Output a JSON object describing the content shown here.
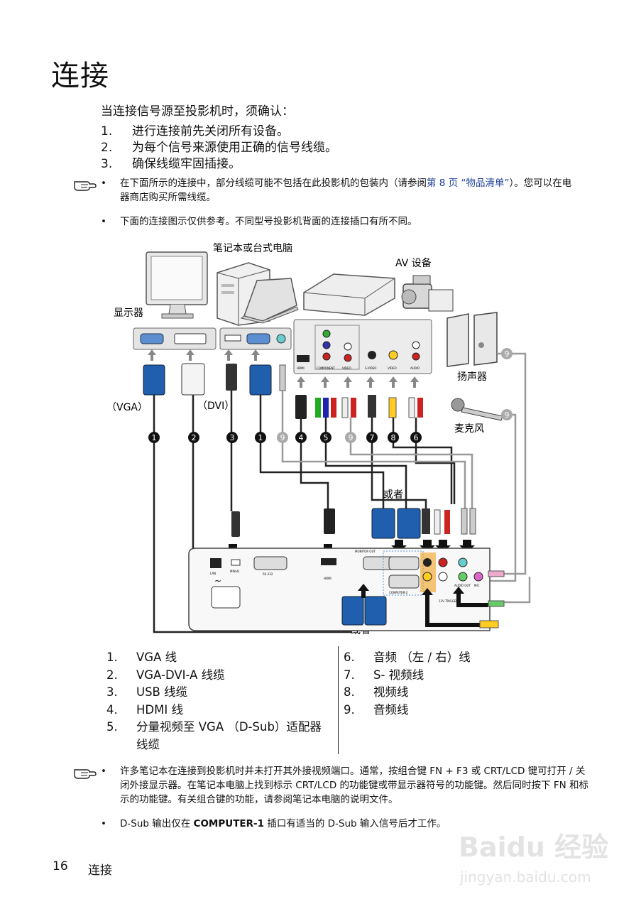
{
  "page": {
    "title": "连接",
    "intro": "当连接信号源至投影机时，须确认：",
    "steps": [
      {
        "num": "1.",
        "text": "进行连接前先关闭所有设备。"
      },
      {
        "num": "2.",
        "text": "为每个信号来源使用正确的信号线缆。"
      },
      {
        "num": "3.",
        "text": "确保线缆牢固插接。"
      }
    ],
    "note1": {
      "bullet": "•",
      "line1_a": "在下面所示的连接中，部分线缆可能不包括在此投影机的包装内（请参阅",
      "link": "第 8 页 “物品清单”",
      "line1_b": "）。您可以在电器商店购买所需线缆。"
    },
    "note2": {
      "bullet": "•",
      "text": "下面的连接图示仅供参考。不同型号投影机背面的连接插口有所不同。"
    },
    "note3": {
      "bullet": "•",
      "text": "许多笔记本在连接到投影机时并未打开其外接视频端口。通常，按组合键 FN + F3 或 CRT/LCD 键可打开 / 关闭外接显示器。在笔记本电脑上找到标示 CRT/LCD 的功能键或带显示器符号的功能键。然后同时按下 FN 和标示的功能键。有关组合键的功能，请参阅笔记本电脑的说明文件。"
    },
    "note4": {
      "bullet": "•",
      "text_a": "D-Sub 输出仅在 ",
      "bold": "COMPUTER-1",
      "text_b": " 插口有适当的 D-Sub 输入信号后才工作。"
    }
  },
  "diagram": {
    "label_laptop_pc": "笔记本或台式电脑",
    "label_av": "AV 设备",
    "label_monitor": "显示器",
    "label_speaker": "扬声器",
    "label_mic": "麦克风",
    "label_vga": "（VGA）",
    "label_dvi": "（DVI）",
    "label_or1": "或者",
    "label_or2": "或者",
    "badges": [
      "1",
      "2",
      "3",
      "1",
      "9",
      "4",
      "5",
      "9",
      "7",
      "8",
      "6",
      "9",
      "9"
    ],
    "ports": {
      "lan": "LAN",
      "mini_b": "MINI-B",
      "rs232": "RS-232",
      "hdmi": "HDMI",
      "monitor_out": "MONITOR OUT",
      "computer2": "COMPUTER-2",
      "trigger": "12V TRIGGER",
      "audio_out": "AUDIO OUT",
      "mic": "MIC",
      "src_hdmi": "HDMI",
      "src_component": "COMPONENT",
      "src_video": "VIDEO",
      "src_svideo": "S-VIDEO",
      "src_video2": "VIDEO",
      "src_audio": "AUDIO"
    }
  },
  "legend": {
    "left": [
      {
        "num": "1.",
        "text": "VGA 线"
      },
      {
        "num": "2.",
        "text": "VGA-DVI-A 线缆"
      },
      {
        "num": "3.",
        "text": "USB 线缆"
      },
      {
        "num": "4.",
        "text": "HDMI 线"
      },
      {
        "num": "5.",
        "text": "分量视频至 VGA （D-Sub）适配器"
      }
    ],
    "left_cont": "线缆",
    "right": [
      {
        "num": "6.",
        "text": "音频 （左 / 右）线"
      },
      {
        "num": "7.",
        "text": "S- 视频线"
      },
      {
        "num": "8.",
        "text": "视频线"
      },
      {
        "num": "9.",
        "text": "音频线"
      }
    ]
  },
  "footer": {
    "page_num": "16",
    "section": "连接"
  },
  "watermark": {
    "brand": "Baidu 经验",
    "url": "jingyan.baidu.com"
  },
  "colors": {
    "link": "#1f3f9a",
    "vga_blue": "#1f5fae",
    "cable_gray": "#9a9a9a",
    "orange": "#f0a020"
  }
}
